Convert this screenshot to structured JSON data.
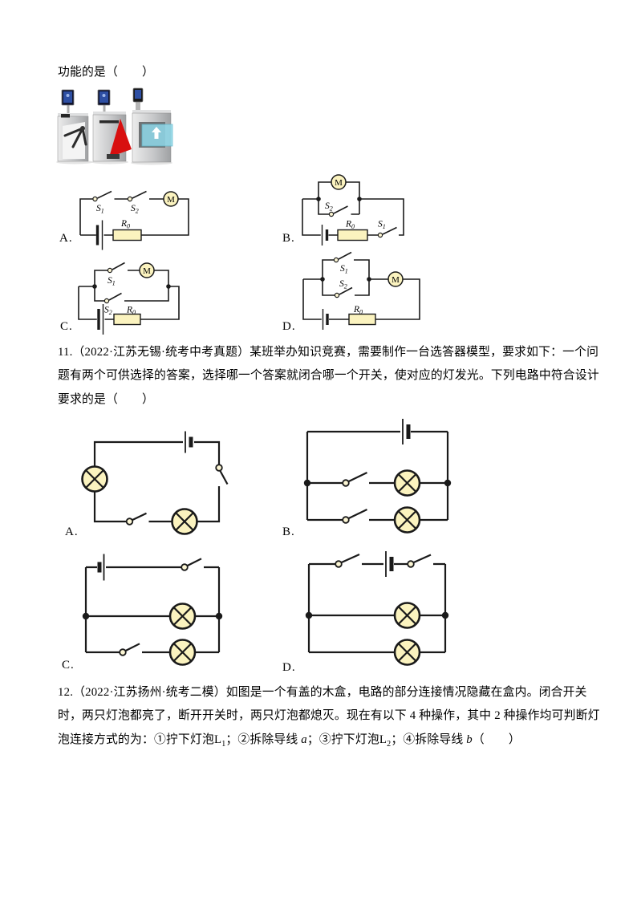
{
  "stem": {
    "text": "功能的是（　　）"
  },
  "sym": {
    "S": "S",
    "one": "1",
    "two": "2",
    "R": "R",
    "zero": "0",
    "M": "M"
  },
  "q10": {
    "options": [
      {
        "label": "A."
      },
      {
        "label": "B."
      },
      {
        "label": "C."
      },
      {
        "label": "D."
      }
    ]
  },
  "q11": {
    "line1": "11.（2022·江苏无锡·统考中考真题）某班举办知识竞赛，需要制作一台选答器模型，要求如下：一个问",
    "line2": "题有两个可供选择的答案，选择哪一个答案就闭合哪一个开关，使对应的灯发光。下列电路中符合设计",
    "line3": "要求的是（　　）",
    "options": [
      {
        "label": "A."
      },
      {
        "label": "B."
      },
      {
        "label": "C."
      },
      {
        "label": "D."
      }
    ]
  },
  "q12": {
    "line1": "12.（2022·江苏扬州·统考二模）如图是一个有盖的木盒，电路的部分连接情况隐藏在盒内。闭合开关",
    "line2": "时，两只灯泡都亮了，断开开关时，两只灯泡都熄灭。现在有以下 4 种操作，其中 2 种操作均可判断灯",
    "line3": {
      "p1": "泡连接方式的为：①拧下灯泡L",
      "s1": "1",
      "p2": "；②拆除导线 ",
      "a": "a",
      "p3": "；③拧下灯泡L",
      "s2": "2",
      "p4": "；④拆除导线 ",
      "b": "b",
      "p5": "（　　）"
    }
  },
  "icons": {
    "turnstile_photo": "three-lane-face-recognition-turnstile-gates",
    "motor": "M-in-circle",
    "lamp": "X-in-circle",
    "battery": "long-short-plate-pair",
    "switch": "pivot-dot-open-blade",
    "resistor": "rectangle-box"
  },
  "colors": {
    "page_bg": "#ffffff",
    "wire": "#1a1a1a",
    "component_fill": "#fbf3bf",
    "text": "#000000",
    "red_wedge": "#d80f0f",
    "glass_panel": "#8fd9ea"
  }
}
